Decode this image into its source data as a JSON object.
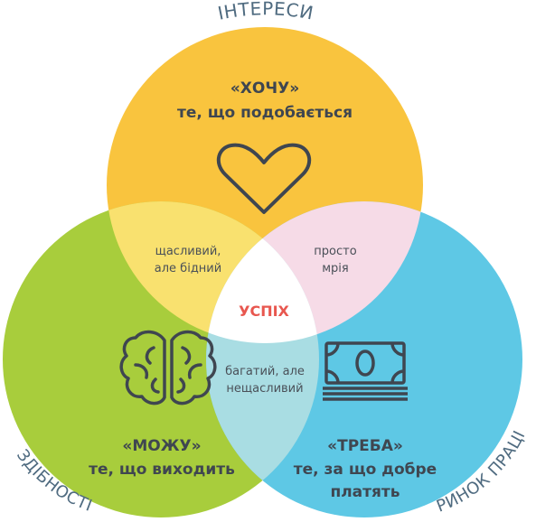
{
  "labels": {
    "top": "ІНТЕРЕСИ",
    "left": "ЗДІБНОСТІ",
    "right": "РИНОК ПРАЦІ"
  },
  "circles": {
    "top": {
      "title": "«ХОЧУ»",
      "subtitle": "те, що подобається"
    },
    "left": {
      "title": "«МОЖУ»",
      "subtitle": "те, що виходить"
    },
    "right": {
      "title": "«ТРЕБА»",
      "subtitle_line1": "те, за що добре",
      "subtitle_line2": "платять"
    }
  },
  "overlaps": {
    "top_left": {
      "line1": "щасливий,",
      "line2": "але бідний"
    },
    "top_right": {
      "line1": "просто",
      "line2": "мрія"
    },
    "bottom": {
      "line1": "багатий, але",
      "line2": "нещасливий"
    },
    "center": "УСПІХ"
  },
  "colors": {
    "top": "#f9c43e",
    "left": "#a8cd3c",
    "right": "#5ec8e5",
    "top_left": "#f9e16f",
    "top_right": "#f6dbe7",
    "bottom": "#a9dde3",
    "center": "#ffffff",
    "center_text": "#e8574f",
    "icon": "#3f4650"
  },
  "icons": {
    "top": "heart-icon",
    "left": "brain-icon",
    "right": "money-icon"
  }
}
